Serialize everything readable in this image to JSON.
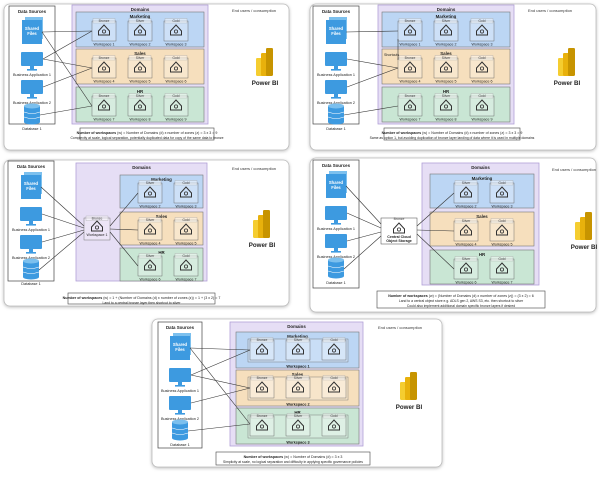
{
  "labels": {
    "sources_title": "Data Sources",
    "domains_title": "Domains",
    "end_users": "End users / consumption",
    "powerbi": "Power BI",
    "bronze": "Bronze",
    "silver": "Silver",
    "gold": "Gold",
    "marketing": "Marketing",
    "sales": "Sales",
    "hr": "HR",
    "shortcuts": "Shortcuts",
    "central_line1": "Central Cloud",
    "central_line2": "Object Storage"
  },
  "sources": {
    "shared_files": "Shared Files",
    "app1": "Business Application 1",
    "app2": "Business Application 2",
    "db1": "Database 1"
  },
  "workspaces": {
    "w1": "Workspace 1",
    "w2": "Workspace 2",
    "w3": "Workspace 3",
    "w4": "Workspace 4",
    "w5": "Workspace 5",
    "w6": "Workspace 6",
    "w7": "Workspace 7",
    "w8": "Workspace 8",
    "w9": "Workspace 9"
  },
  "notes": {
    "p1_bold": "Number of workspaces",
    "p1_rest": " (w) = Number of Domains (d) x number of zones (z) = 3 x 3 = 9",
    "p1_line2": "Complexity at scale, logical separation, potentially duplicated data for copy of the same data to bronze",
    "p2_bold": "Number of workspaces",
    "p2_rest": " (w) = Number of Domains (d) x number of zones (z) = 3 x 3 = 9",
    "p2_line2": "Same as option 1, but avoiding duplication of bronze layer landing of data where it is used in multiple domains",
    "p3_bold": "Number of workspaces",
    "p3_rest": " (w) = 1 + (Number of Domains (d) x number of zones (z)) = 1 + (3 x 2) = 7",
    "p3_line2": "Land to a central bronze layer then shortcut to silver",
    "p4_bold": "Number of workspaces",
    "p4_rest": " (w) = (Number of Domains (d) x number of zones (z)) = (3 x 2) = 6",
    "p4_line2": "Land to a central object store e.g. ADLS gen 2, AWS S3, etc. then shortcut to silver",
    "p4_line3": "Could also implement additional domain specific bronze layers if desired",
    "p5_bold": "Number of workspaces",
    "p5_rest": " (w) = Number of Domains (d) = 3 x 3",
    "p5_line2": "Simplicity at scale, no logical separation and difficulty in applying specific governance policies"
  },
  "colors": {
    "domains_fill": "#e6def5",
    "domains_stroke": "#b2a0d8",
    "marketing": "#bcd6f4",
    "sales": "#f6dfbd",
    "hr": "#c9e6d4",
    "central": "#ece5f6",
    "icon_blue": "#3d9ae0",
    "powerbi_dark": "#c79400",
    "powerbi_mid": "#e8b10c",
    "powerbi_light": "#f5cd30"
  }
}
